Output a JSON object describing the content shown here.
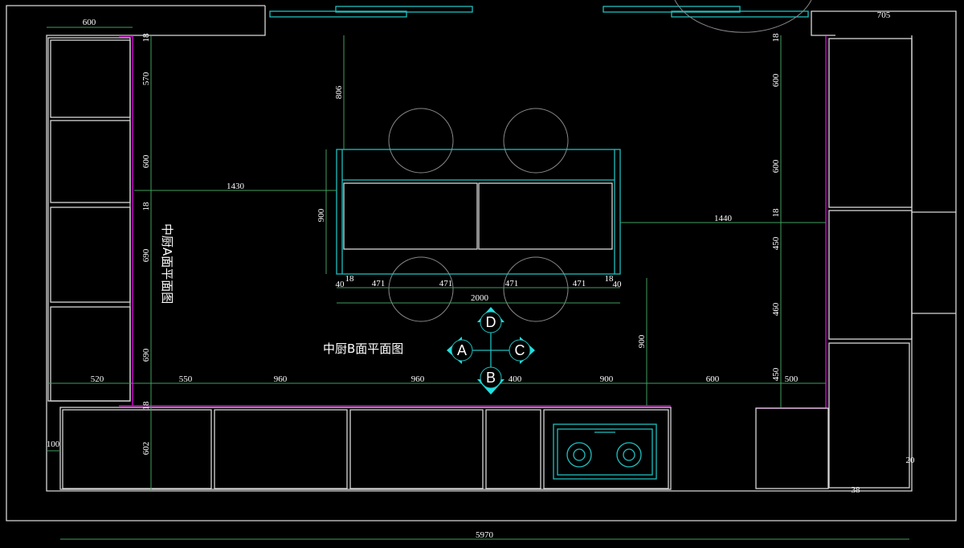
{
  "titles": {
    "plan_a": "中厨A面平面图",
    "plan_b": "中厨B面平面图"
  },
  "markers": {
    "a": "A",
    "b": "B",
    "c": "C",
    "d": "D"
  },
  "dims": {
    "top_left_width": "600",
    "top_right_width": "705",
    "left_v": [
      "18",
      "570",
      "600",
      "18",
      "690",
      "690",
      "18",
      "602"
    ],
    "right_v": [
      "18",
      "600",
      "600",
      "18",
      "450",
      "460",
      "450"
    ],
    "gap_left": "1430",
    "gap_right": "1440",
    "island_to_top": "806",
    "island_depth": "900",
    "island_to_bottom": "900",
    "island_row": [
      "40",
      "18",
      "471",
      "471",
      "471",
      "471",
      "18",
      "40"
    ],
    "island_total": "2000",
    "bottom_row": [
      "520",
      "550",
      "960",
      "960",
      "400",
      "900",
      "600",
      "500"
    ],
    "wall_offset": "100",
    "total_width": "5970",
    "corner_a": "20",
    "corner_b": "38"
  },
  "colors": {
    "background": "#000000",
    "walls": "#d8d8d8",
    "countertop": "#c000c0",
    "fixtures": "#20c0c0",
    "dimensions": "#3fa060"
  }
}
